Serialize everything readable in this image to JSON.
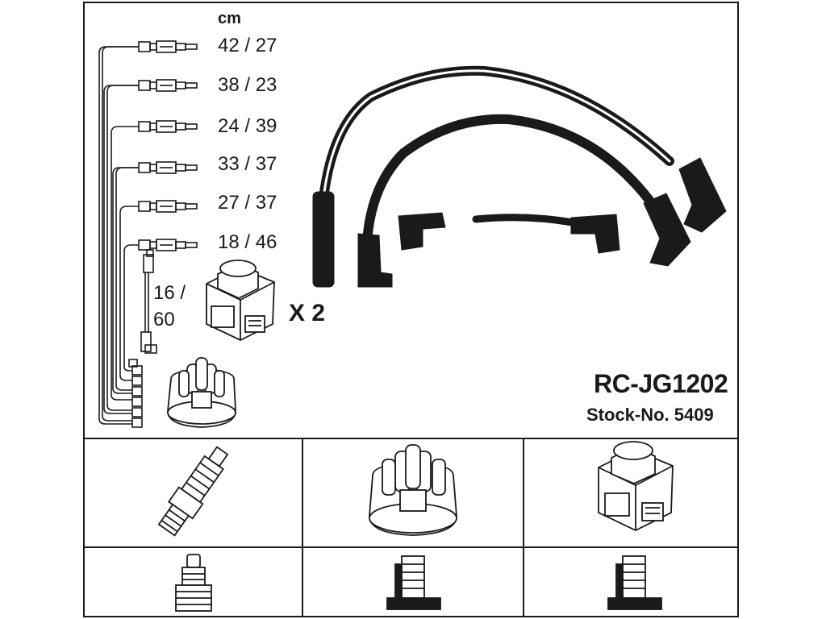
{
  "header": {
    "unit_label": "cm"
  },
  "leads": [
    {
      "label": "42 / 27"
    },
    {
      "label": "38 / 23"
    },
    {
      "label": "24 / 39"
    },
    {
      "label": "33 / 37"
    },
    {
      "label": "27 / 37"
    },
    {
      "label": "18 / 46"
    }
  ],
  "coil_lead": {
    "label_line1": "16 /",
    "label_line2": "60"
  },
  "quantity": {
    "label": "X 2"
  },
  "product": {
    "part_number": "RC-JG1202",
    "stock_number": "Stock-No. 5409"
  },
  "icons": {
    "parts_row": [
      "spark-plug-icon",
      "distributor-cap-icon",
      "ignition-coil-icon"
    ],
    "connector_row": [
      "plug-connector-icon",
      "cap-connector-icon",
      "coil-connector-icon"
    ]
  }
}
